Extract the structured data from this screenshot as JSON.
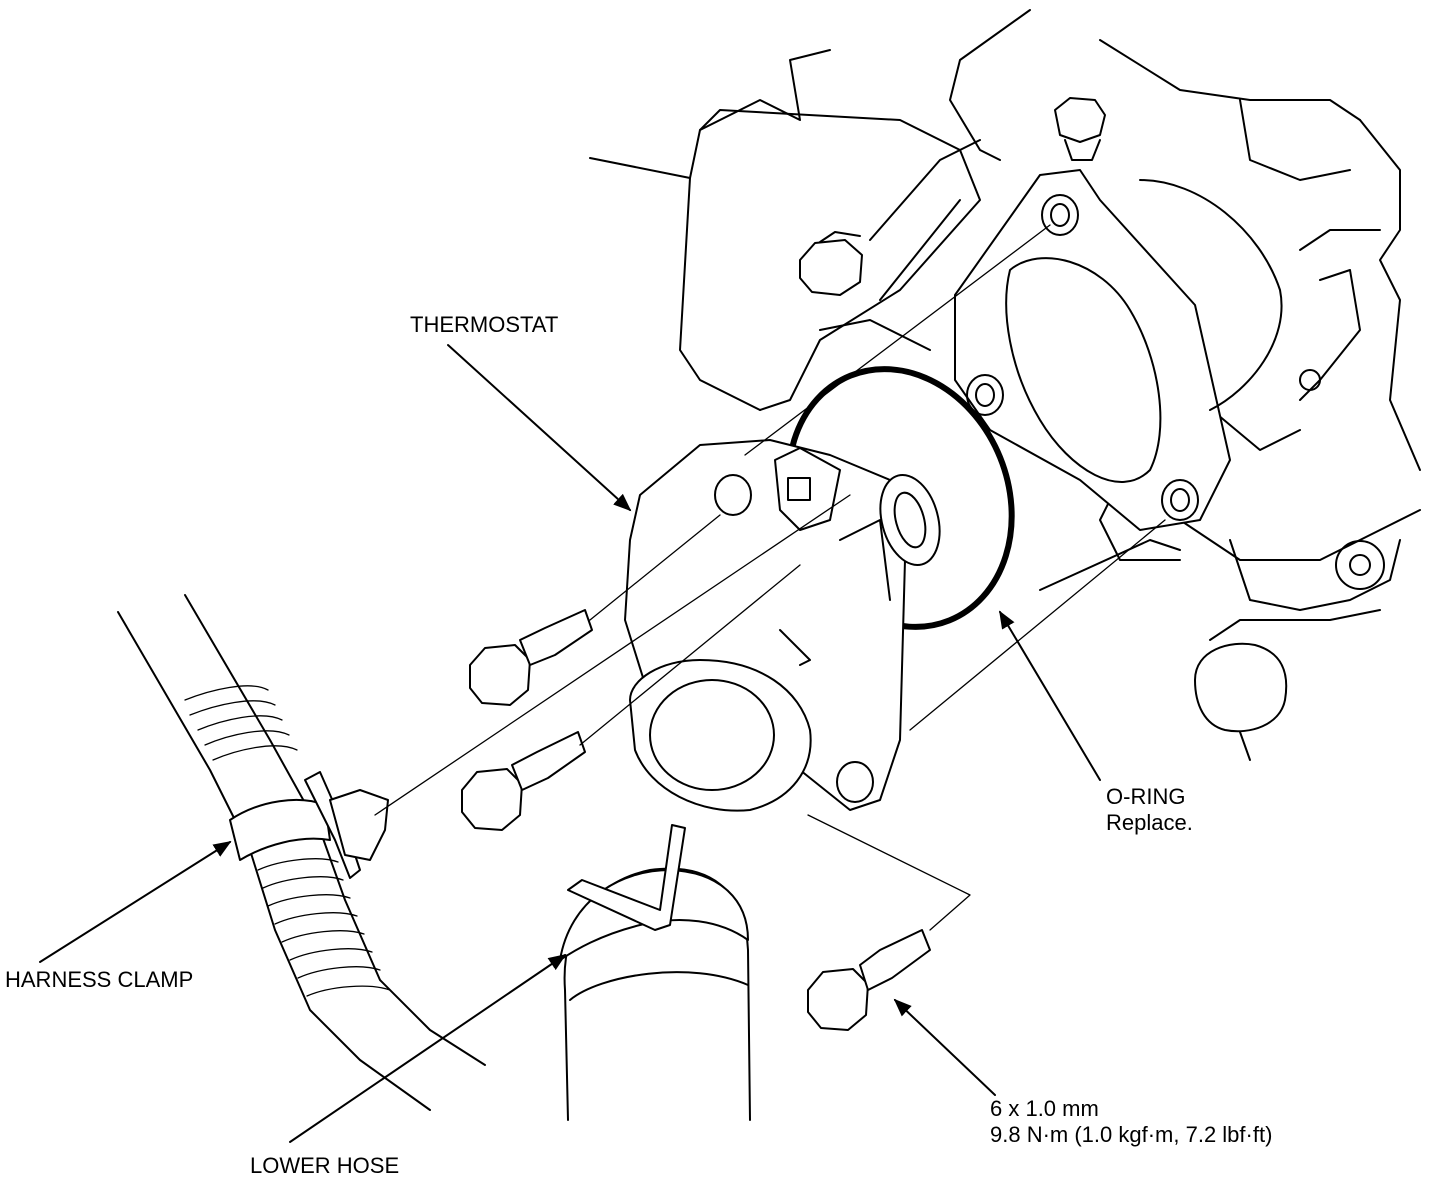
{
  "labels": {
    "thermostat": "THERMOSTAT",
    "oring": "O-RING",
    "oring_note": "Replace.",
    "harness_clamp": "HARNESS CLAMP",
    "lower_hose": "LOWER HOSE",
    "bolt_size": "6 x 1.0 mm",
    "bolt_torque": "9.8 N·m (1.0 kgf·m, 7.2 lbf·ft)"
  }
}
